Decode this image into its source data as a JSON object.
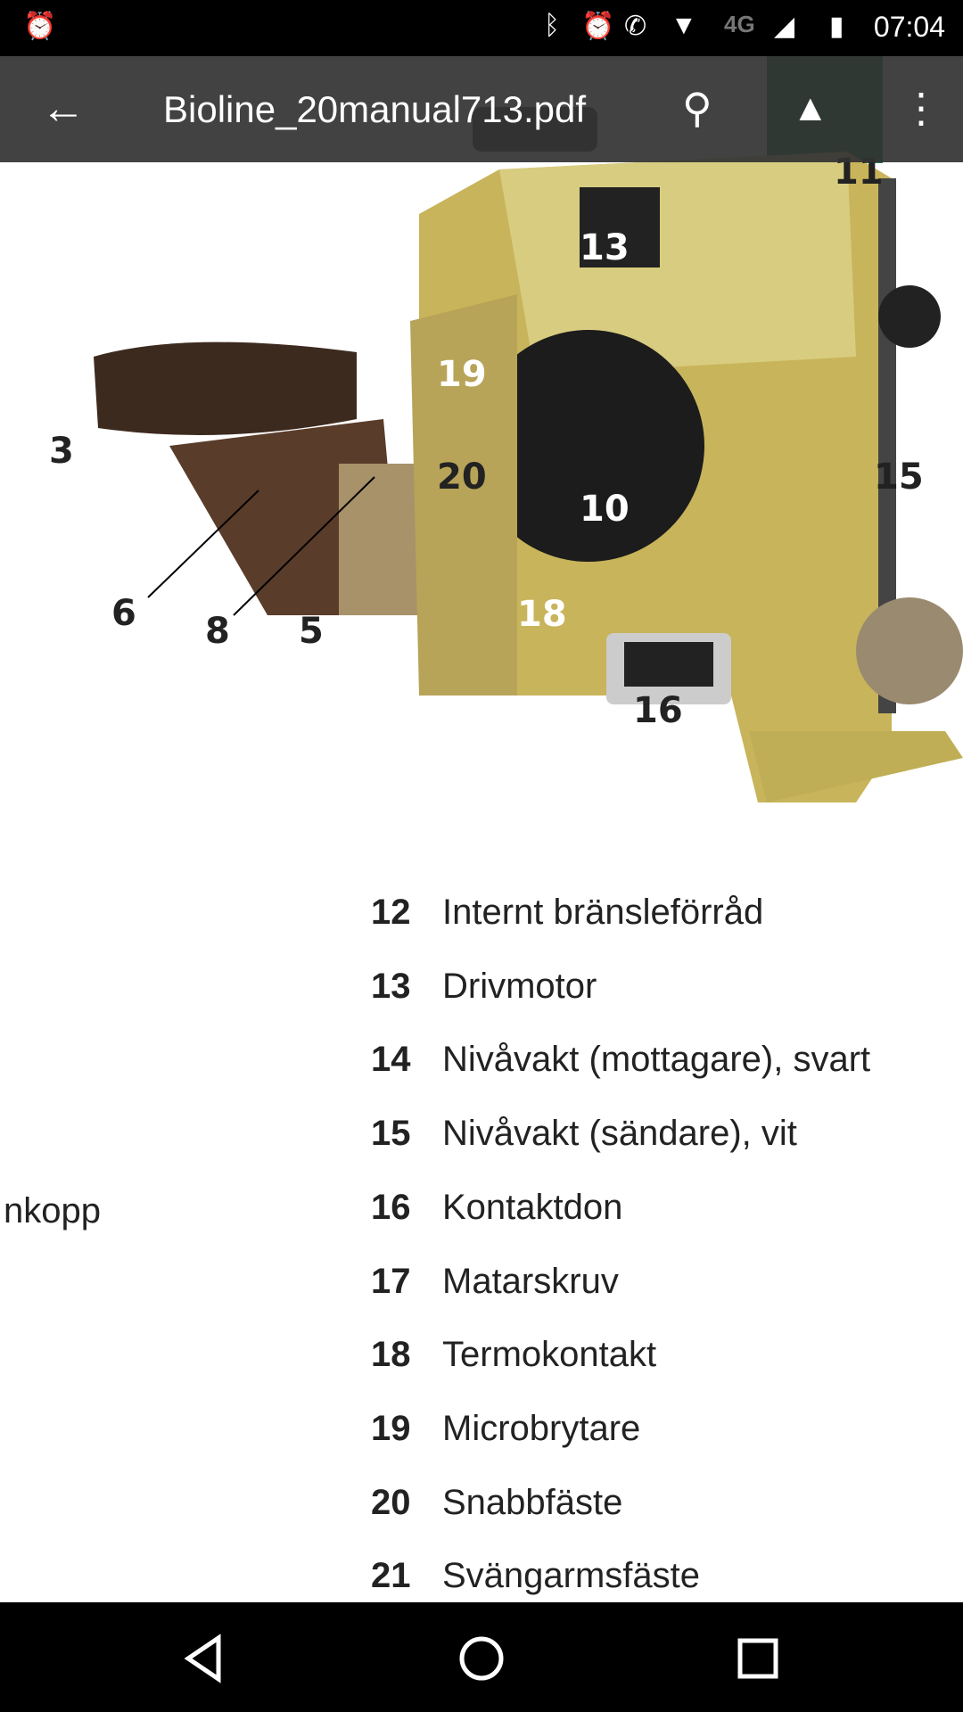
{
  "status_bar": {
    "time": "07:04",
    "network": "4G",
    "icons": [
      "alarm-icon",
      "bluetooth-icon",
      "alarm-icon",
      "volte-call-icon",
      "wifi-icon",
      "signal-icon",
      "battery-icon"
    ]
  },
  "toolbar": {
    "title": "Bioline_20manual713.pdf",
    "back_icon": "arrow-back-icon",
    "search_icon": "search-icon",
    "drive_icon": "drive-add-icon",
    "menu_icon": "more-vert-icon"
  },
  "figure": {
    "callouts": [
      "11",
      "13",
      "19",
      "3",
      "20",
      "10",
      "15",
      "6",
      "8",
      "5",
      "18",
      "16"
    ]
  },
  "left_fragment": "nkopp",
  "parts": [
    {
      "num": "12",
      "label": "Internt bränsleförråd"
    },
    {
      "num": "13",
      "label": "Drivmotor"
    },
    {
      "num": "14",
      "label": "Nivåvakt (mottagare), svart"
    },
    {
      "num": "15",
      "label": "Nivåvakt (sändare), vit"
    },
    {
      "num": "16",
      "label": "Kontaktdon"
    },
    {
      "num": "17",
      "label": "Matarskruv"
    },
    {
      "num": "18",
      "label": "Termokontakt"
    },
    {
      "num": "19",
      "label": "Microbrytare"
    },
    {
      "num": "20",
      "label": "Snabbfäste"
    },
    {
      "num": "21",
      "label": "Svängarmsfäste"
    }
  ]
}
